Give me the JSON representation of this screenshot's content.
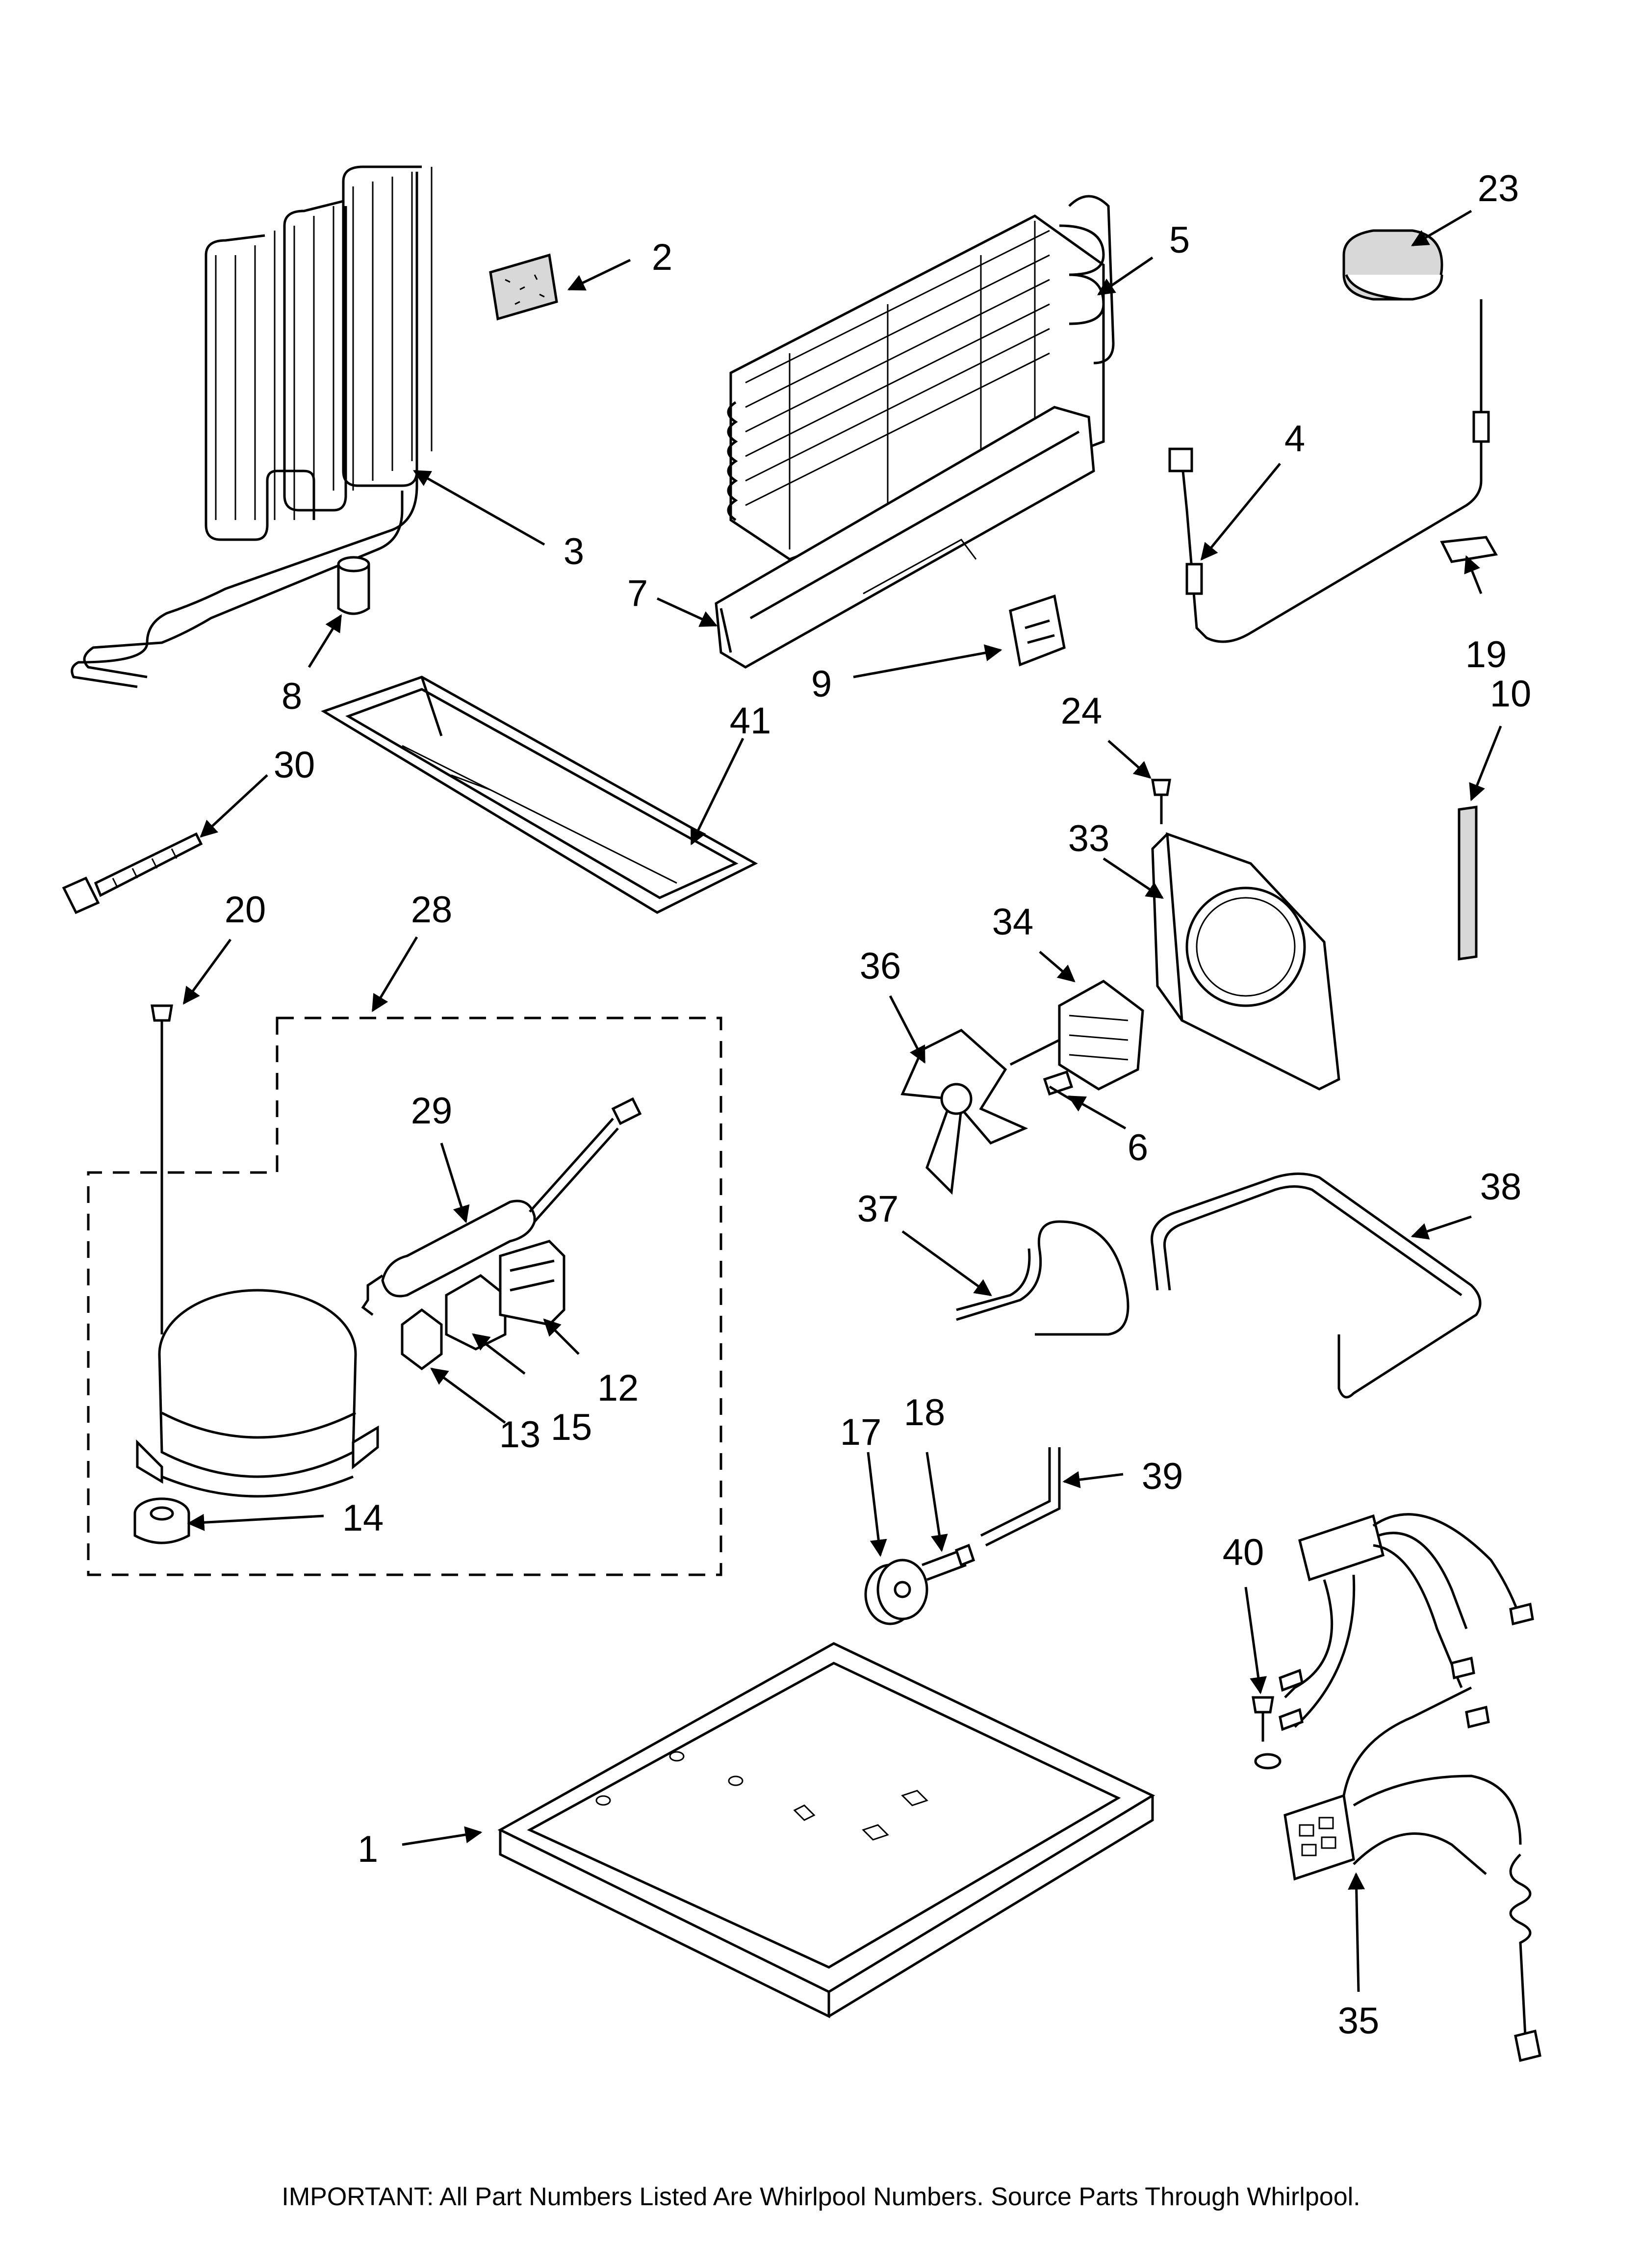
{
  "diagram": {
    "callouts": [
      "1",
      "2",
      "3",
      "4",
      "5",
      "6",
      "7",
      "8",
      "9",
      "10",
      "12",
      "13",
      "14",
      "15",
      "17",
      "18",
      "19",
      "20",
      "23",
      "24",
      "28",
      "29",
      "30",
      "33",
      "34",
      "35",
      "36",
      "37",
      "38",
      "39",
      "40",
      "41"
    ],
    "footer_note": "IMPORTANT: All Part Numbers Listed Are Whirlpool Numbers. Source Parts Through Whirlpool."
  }
}
